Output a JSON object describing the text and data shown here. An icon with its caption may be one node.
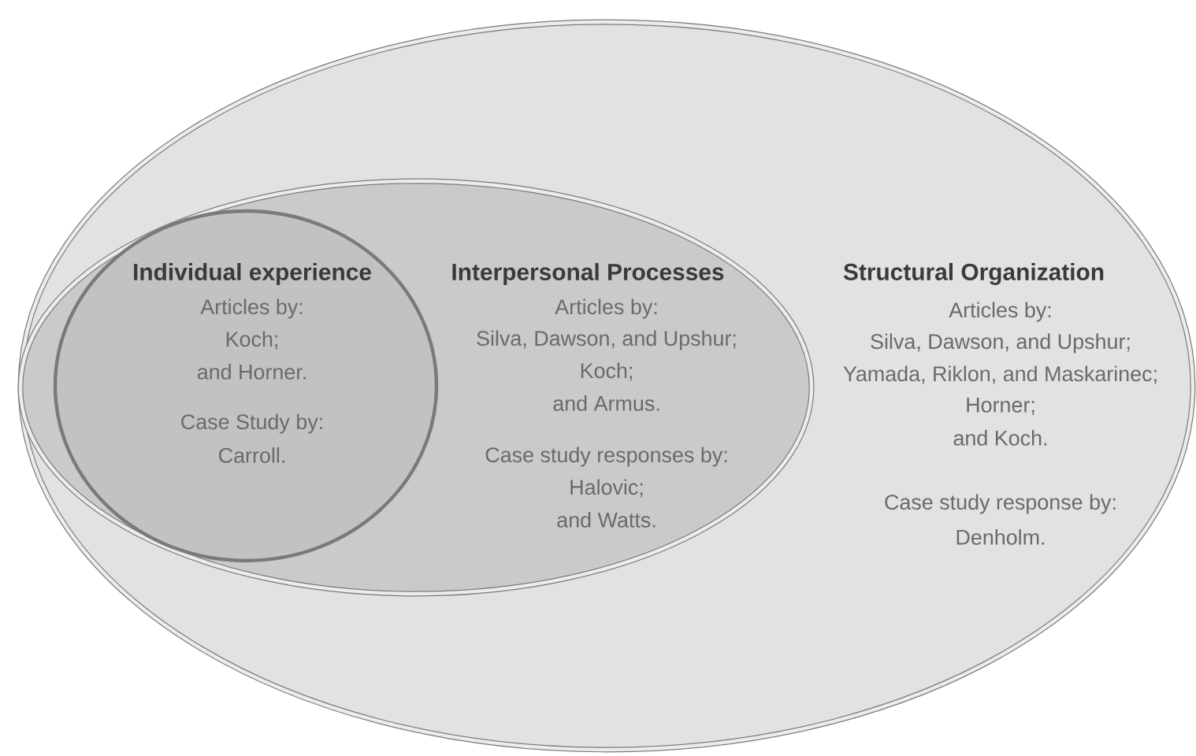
{
  "diagram": {
    "nodes": [
      {
        "text": [
          "Structural Organization",
          "Articles by:",
          "Silva, Dawson, and Upshur;",
          "Yamada, Riklon, and Maskarinec;",
          "Horner;",
          "and Koch.",
          "Case study response by:",
          "Denholm."
        ]
      },
      {
        "text": [
          "Interpersonal Processes",
          "Articles by:",
          "Silva, Dawson, and Upshur;",
          "Koch;",
          "and Armus.",
          "Case study responses by:",
          "Halovic;",
          "and Watts."
        ],
        "in": 0
      },
      {
        "text": [
          "Individual experience",
          "Articles by:",
          "Koch;",
          "and Horner.",
          "Case Study by:",
          "Carroll."
        ],
        "in": 1
      }
    ]
  }
}
